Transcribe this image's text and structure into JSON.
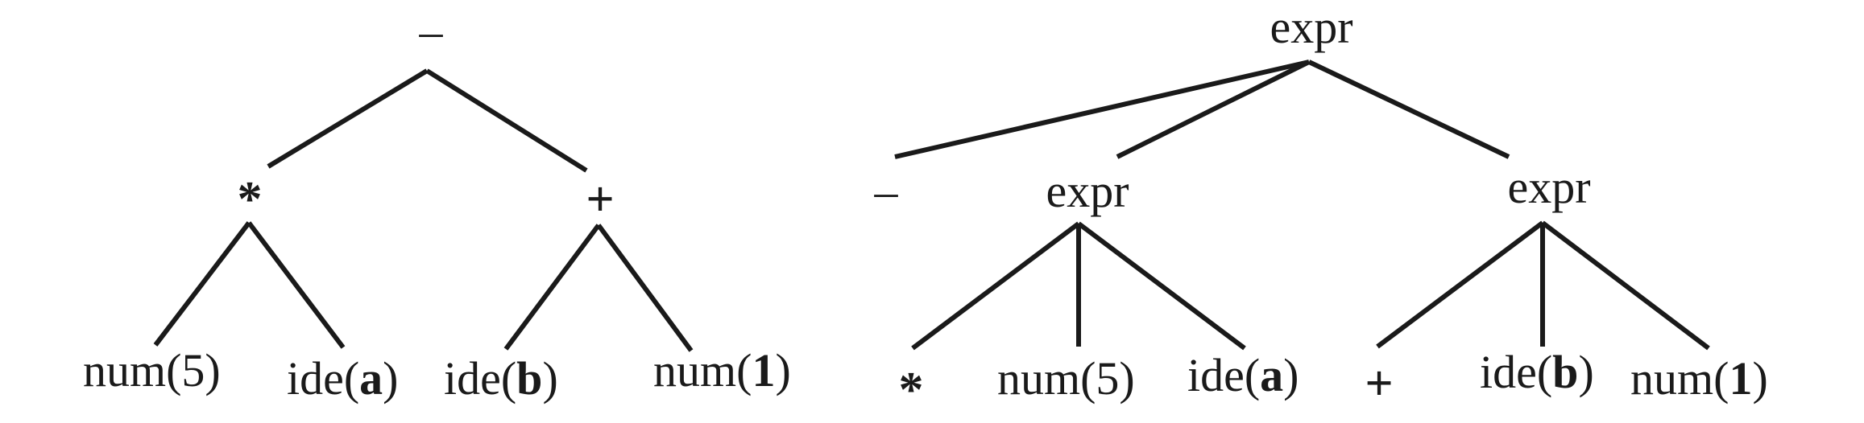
{
  "left_tree": {
    "root": "–",
    "op_mul": "*",
    "op_add": "+",
    "num5": "num(5)",
    "ide_a_prefix": "ide(",
    "ide_a_var": "a",
    "ide_a_suffix": ")",
    "ide_b_prefix": "ide(",
    "ide_b_var": "b",
    "ide_b_suffix": ")",
    "num1_prefix": "num(",
    "num1_val": "1",
    "num1_suffix": ")"
  },
  "right_tree": {
    "root": "expr",
    "minus": "–",
    "expr_left": "expr",
    "expr_right": "expr",
    "op_mul": "*",
    "num5": "num(5)",
    "ide_a_prefix": "ide(",
    "ide_a_var": "a",
    "ide_a_suffix": ")",
    "op_add": "+",
    "ide_b_prefix": "ide(",
    "ide_b_var": "b",
    "ide_b_suffix": ")",
    "num1_prefix": "num(",
    "num1_val": "1",
    "num1_suffix": ")"
  }
}
